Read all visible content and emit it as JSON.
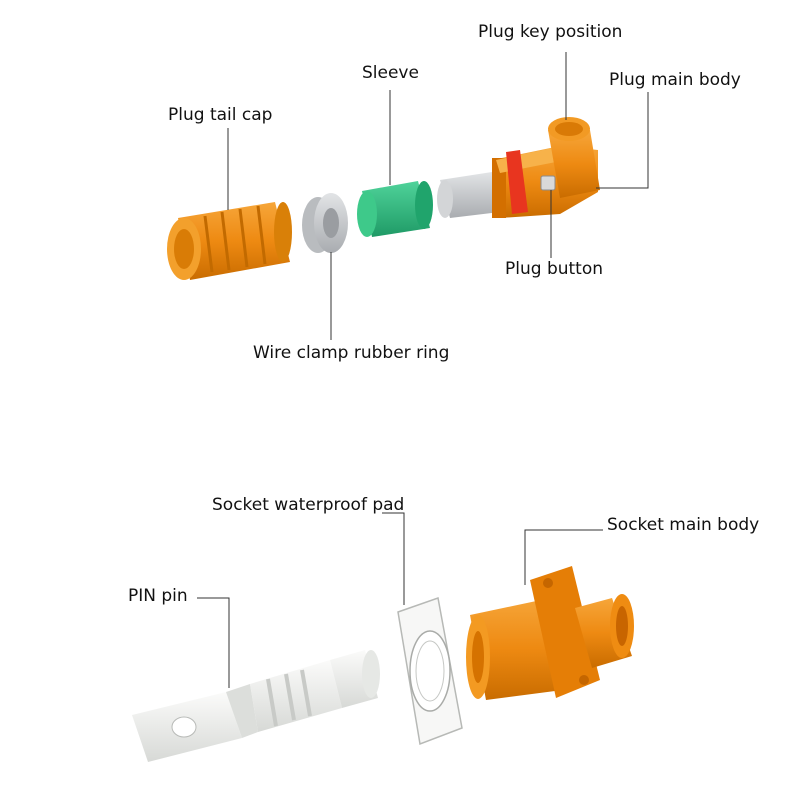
{
  "labels": {
    "plug_key_position": "Plug key position",
    "plug_main_body": "Plug main body",
    "sleeve": "Sleeve",
    "plug_tail_cap": "Plug tail cap",
    "plug_button": "Plug button",
    "wire_clamp_rubber_ring": "Wire clamp rubber ring",
    "socket_waterproof_pad": "Socket waterproof pad",
    "socket_main_body": "Socket main body",
    "pin_pin": "PIN pin"
  },
  "colors": {
    "orange": "#f08a0c",
    "orange_dark": "#c86a00",
    "red_ring": "#e8351f",
    "green": "#2fbf82",
    "gray": "#c9cbcd",
    "white_part": "#eef0ee",
    "leader": "#333333"
  }
}
